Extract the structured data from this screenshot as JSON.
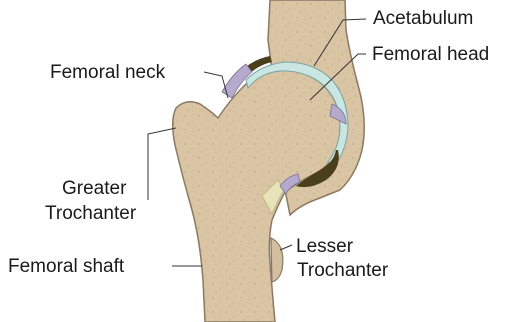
{
  "labels": {
    "acetabulum": "Acetabulum",
    "femoral_head": "Femoral head",
    "femoral_neck": "Femoral neck",
    "greater_trochanter_line1": "Greater",
    "greater_trochanter_line2": "Trochanter",
    "lesser_trochanter_line1": "Lesser",
    "lesser_trochanter_line2": "Trochanter",
    "femoral_shaft": "Femoral shaft"
  },
  "colors": {
    "bone": "#d9c4a4",
    "bone_edge": "#8a7a62",
    "cartilage": "#c9e6e2",
    "synovium": "#b5a9cc",
    "marrow_dark": "#4a3f1a",
    "yellow_tissue": "#e7e2b8"
  }
}
